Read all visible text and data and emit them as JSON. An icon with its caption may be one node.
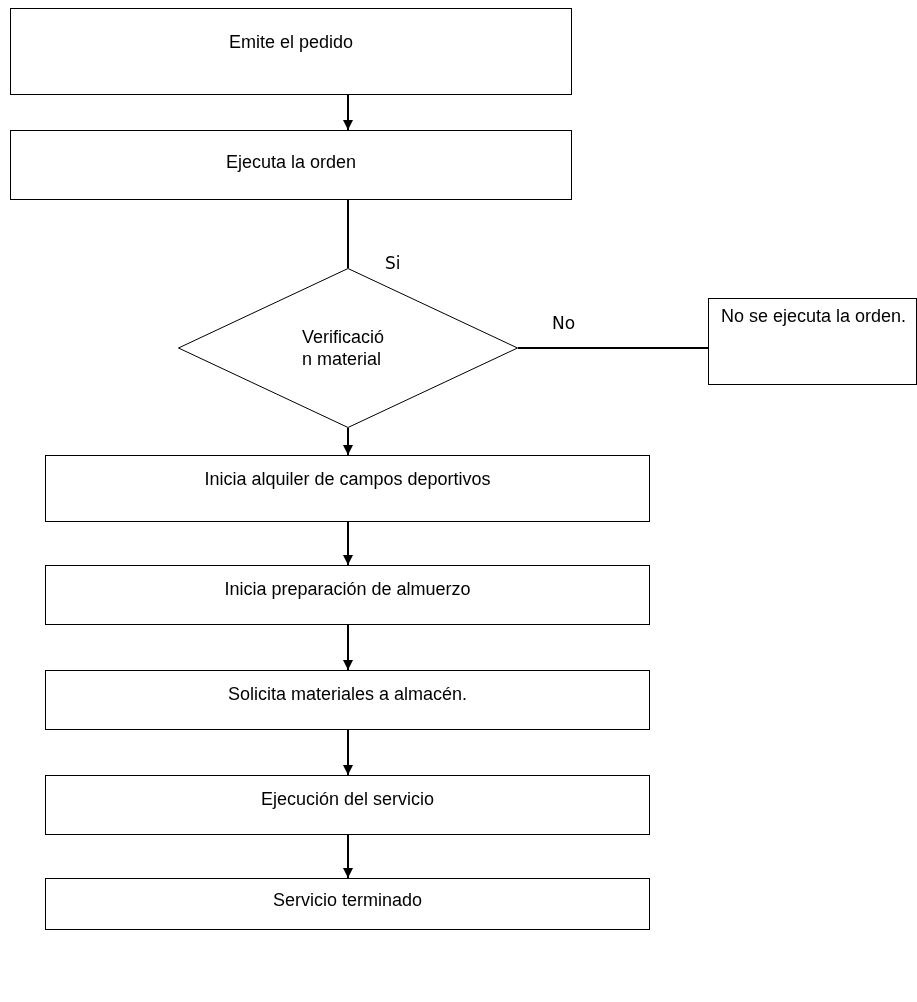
{
  "diagram": {
    "nodes": [
      {
        "text": [
          "Emite el pedido"
        ]
      },
      {
        "text": [
          "Ejecuta la orden"
        ]
      },
      {
        "text": [
          "Verificació n material"
        ]
      },
      {
        "text": [
          "No se ejecuta la orden."
        ]
      },
      {
        "text": [
          "Inicia alquiler de campos deportivos"
        ]
      },
      {
        "text": [
          "Inicia preparación de almuerzo"
        ]
      },
      {
        "text": [
          "Solicita materiales a almacén."
        ]
      },
      {
        "text": [
          "Ejecución del servicio"
        ]
      },
      {
        "text": [
          "Servicio terminado"
        ]
      }
    ],
    "edges": [
      {
        "from": 0,
        "to": 1,
        "arrow": "to"
      },
      {
        "from": 1,
        "to": 2,
        "arrow": "none",
        "label": "Si"
      },
      {
        "from": 2,
        "to": 3,
        "arrow": "none",
        "label": "No"
      },
      {
        "from": 2,
        "to": 4,
        "arrow": "to"
      },
      {
        "from": 4,
        "to": 5,
        "arrow": "to"
      },
      {
        "from": 5,
        "to": 6,
        "arrow": "to"
      },
      {
        "from": 6,
        "to": 7,
        "arrow": "to"
      },
      {
        "from": 7,
        "to": 8,
        "arrow": "to"
      }
    ]
  }
}
